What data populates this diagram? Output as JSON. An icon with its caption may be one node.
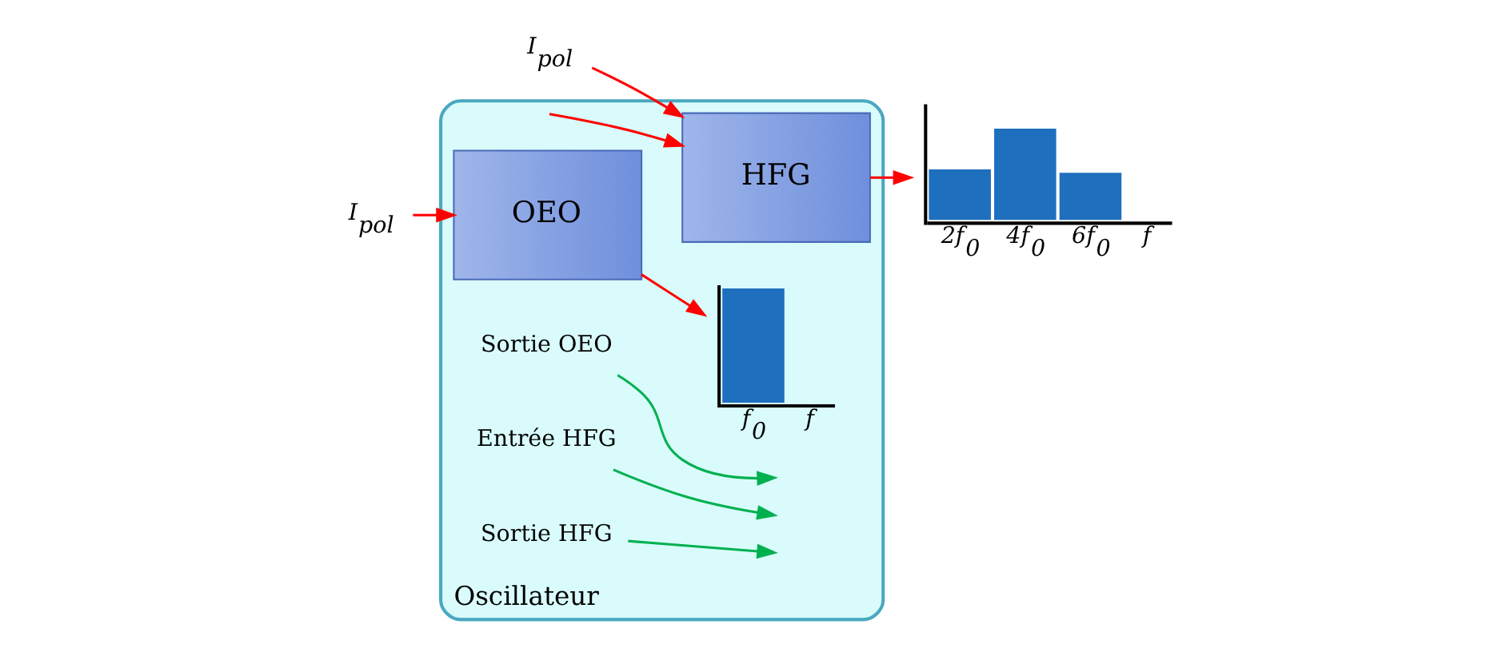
{
  "diagram": {
    "nodes": [
      {
        "text": [
          "Oscillateur"
        ]
      },
      {
        "text": [
          "I$_{pol}$"
        ]
      },
      {
        "text": [
          "OEO"
        ],
        "in": 0
      },
      {
        "text": [],
        "shape": "picture",
        "in": 0,
        "beside": [
          "f$_{0}$",
          "f"
        ]
      },
      {
        "text": [
          "Sortie OEO"
        ],
        "in": 0
      },
      {
        "text": [
          "Entrée HFG"
        ],
        "in": 0
      },
      {
        "text": [
          "I$_{pol}$"
        ]
      },
      {
        "text": [
          "HFG"
        ],
        "in": 0
      },
      {
        "text": [
          "Sortie HFG"
        ],
        "in": 0
      },
      {
        "text": [],
        "shape": "picture",
        "beside": [
          "2f$_{0}$",
          "4f$_{0}$",
          "6f$_{0}$",
          "f"
        ]
      }
    ],
    "edges": [
      {
        "from": 1,
        "to": 2,
        "arrow": "to"
      },
      {
        "from": 2,
        "to": 3,
        "arrow": "to"
      },
      {
        "from": 4,
        "to": null,
        "arrow": "to",
        "color": "#00b050"
      },
      {
        "from": null,
        "to": 7,
        "arrow": "to"
      },
      {
        "from": 5,
        "to": null,
        "arrow": "to",
        "color": "#00b050"
      },
      {
        "from": 6,
        "to": 7,
        "arrow": "to"
      },
      {
        "from": 7,
        "to": 9,
        "arrow": "to"
      },
      {
        "from": 8,
        "to": null,
        "arrow": "to",
        "color": "#00b050"
      }
    ]
  }
}
